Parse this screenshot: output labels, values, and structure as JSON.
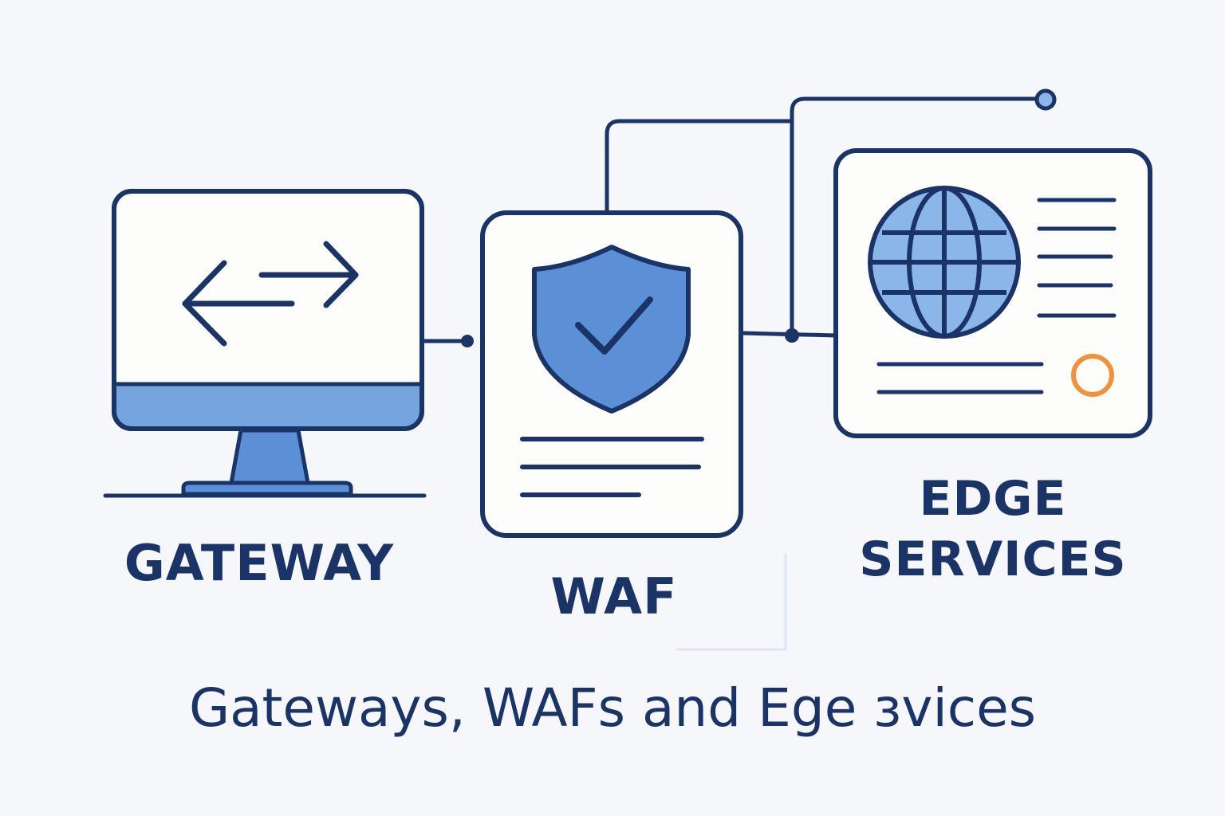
{
  "colors": {
    "background": "#F6F7FA",
    "navy": "#1B3468",
    "accent_blue": "#5B8FD6",
    "light_blue": "#8AB6EA",
    "card_fill": "#FDFDFB",
    "orange": "#F0923A"
  },
  "nodes": {
    "gateway": {
      "label": "GATEWAY",
      "icon": "monitor-arrows-icon"
    },
    "waf": {
      "label": "WAF",
      "icon": "shield-check-icon"
    },
    "edge": {
      "label_line1": "EDGE",
      "label_line2": "SERVICES",
      "icon": "globe-icon",
      "status_icon": "orange-ring-icon"
    }
  },
  "caption": "Gateways, WAFs and Ege ɜvices"
}
